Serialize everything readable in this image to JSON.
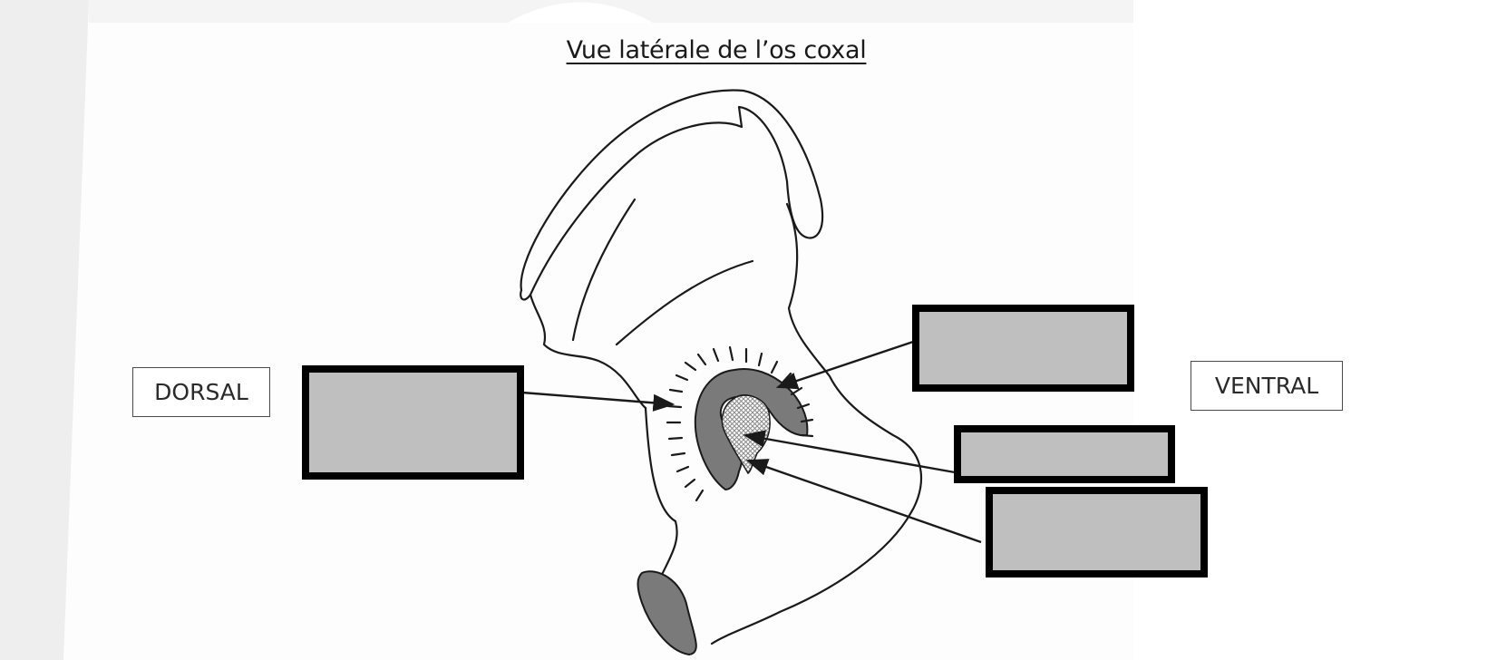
{
  "title": "Vue latérale de l’os coxal",
  "labels": {
    "dorsal": "DORSAL",
    "ventral": "VENTRAL"
  },
  "answer_boxes": [
    {
      "id": "box-left",
      "value": ""
    },
    {
      "id": "box-right-top",
      "value": ""
    },
    {
      "id": "box-right-middle",
      "value": ""
    },
    {
      "id": "box-right-bottom",
      "value": ""
    }
  ],
  "colors": {
    "box_fill": "#bfbfbf",
    "box_border": "#000000",
    "shading": "#7a7a7a",
    "line": "#1a1a1a"
  }
}
